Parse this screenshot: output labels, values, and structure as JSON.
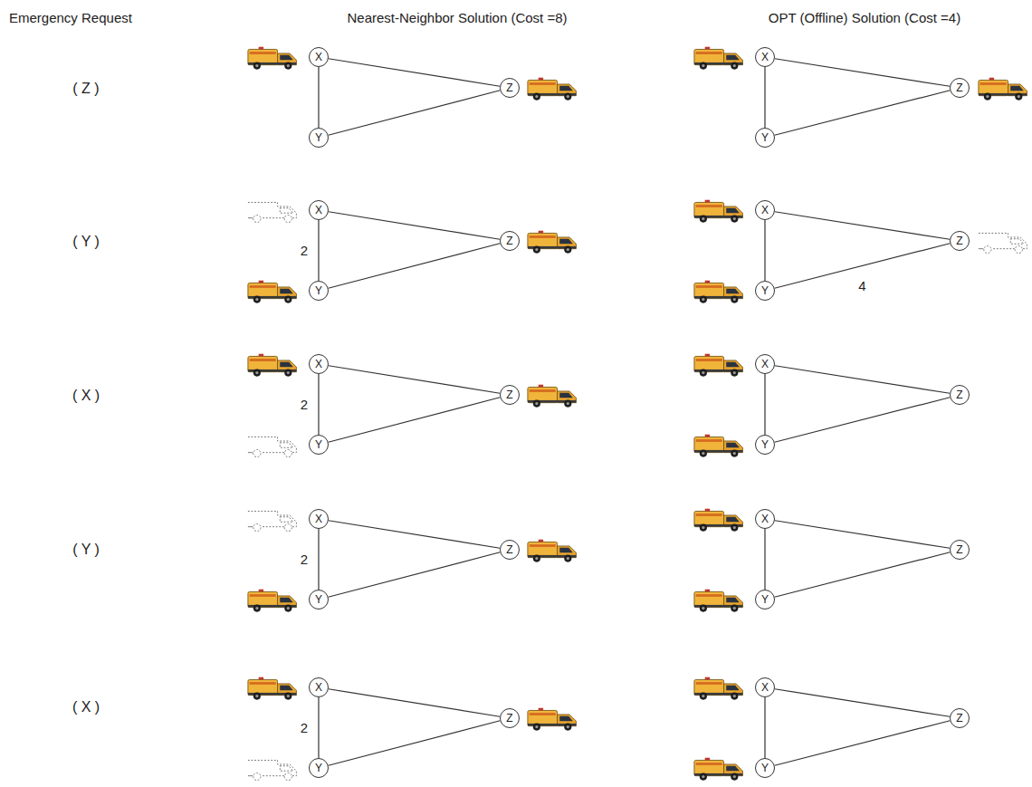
{
  "diagram": {
    "nodes": [
      {
        "text": [
          "X"
        ]
      },
      {
        "text": [
          "Y"
        ]
      },
      {
        "text": [
          "Z"
        ]
      },
      {
        "text": [
          "X"
        ]
      },
      {
        "text": [
          "Y"
        ]
      },
      {
        "text": [
          "Z"
        ]
      },
      {
        "text": [
          "X"
        ]
      },
      {
        "text": [
          "Y"
        ]
      },
      {
        "text": [
          "Z"
        ]
      },
      {
        "text": [
          "X"
        ]
      },
      {
        "text": [
          "Y"
        ]
      },
      {
        "text": [
          "Z"
        ]
      },
      {
        "text": [
          "X"
        ]
      },
      {
        "text": [
          "Y"
        ]
      },
      {
        "text": [
          "Z"
        ]
      },
      {
        "text": [
          "X"
        ]
      },
      {
        "text": [
          "Y"
        ]
      },
      {
        "text": [
          "Z"
        ]
      },
      {
        "text": [
          "X"
        ]
      },
      {
        "text": [
          "Y"
        ]
      },
      {
        "text": [
          "Z"
        ]
      },
      {
        "text": [
          "X"
        ]
      },
      {
        "text": [
          "Y"
        ]
      },
      {
        "text": [
          "Z"
        ]
      },
      {
        "text": [
          "X"
        ]
      },
      {
        "text": [
          "Y"
        ]
      },
      {
        "text": [
          "Z"
        ]
      },
      {
        "text": [
          "X"
        ]
      },
      {
        "text": [
          "Y"
        ]
      },
      {
        "text": [
          "Z"
        ]
      }
    ],
    "edges": [
      {
        "from": 0,
        "to": 1,
        "arrow": "none"
      },
      {
        "from": 0,
        "to": 2,
        "arrow": "none"
      },
      {
        "from": 1,
        "to": 2,
        "arrow": "none"
      },
      {
        "from": 3,
        "to": 4,
        "arrow": "none"
      },
      {
        "from": 3,
        "to": 5,
        "arrow": "none"
      },
      {
        "from": 4,
        "to": 5,
        "arrow": "none"
      },
      {
        "from": 6,
        "to": 7,
        "arrow": "none",
        "label": "2"
      },
      {
        "from": 6,
        "to": 8,
        "arrow": "none"
      },
      {
        "from": 7,
        "to": 8,
        "arrow": "none"
      },
      {
        "from": 9,
        "to": 10,
        "arrow": "none"
      },
      {
        "from": 9,
        "to": 11,
        "arrow": "none"
      },
      {
        "from": 10,
        "to": 11,
        "arrow": "none",
        "label": "4"
      },
      {
        "from": 12,
        "to": 13,
        "arrow": "none",
        "label": "2"
      },
      {
        "from": 12,
        "to": 14,
        "arrow": "none"
      },
      {
        "from": 13,
        "to": 14,
        "arrow": "none"
      },
      {
        "from": 15,
        "to": 16,
        "arrow": "none"
      },
      {
        "from": 15,
        "to": 17,
        "arrow": "none"
      },
      {
        "from": 16,
        "to": 17,
        "arrow": "none"
      },
      {
        "from": 18,
        "to": 19,
        "arrow": "none",
        "label": "2"
      },
      {
        "from": 18,
        "to": 20,
        "arrow": "none"
      },
      {
        "from": 19,
        "to": 20,
        "arrow": "none"
      },
      {
        "from": 21,
        "to": 22,
        "arrow": "none"
      },
      {
        "from": 21,
        "to": 23,
        "arrow": "none"
      },
      {
        "from": 22,
        "to": 23,
        "arrow": "none"
      },
      {
        "from": 24,
        "to": 25,
        "arrow": "none",
        "label": "2"
      },
      {
        "from": 24,
        "to": 26,
        "arrow": "none"
      },
      {
        "from": 25,
        "to": 26,
        "arrow": "none"
      },
      {
        "from": 27,
        "to": 28,
        "arrow": "none"
      },
      {
        "from": 27,
        "to": 29,
        "arrow": "none"
      },
      {
        "from": 28,
        "to": 29,
        "arrow": "none"
      }
    ],
    "labels": [
      "Emergency Request",
      "Nearest-Neighbor Solution (Cost =8)",
      "OPT (Offline) Solution (Cost =4)",
      "( Z )",
      "( Y )",
      "( X )",
      "( Y )",
      "( X )"
    ]
  }
}
